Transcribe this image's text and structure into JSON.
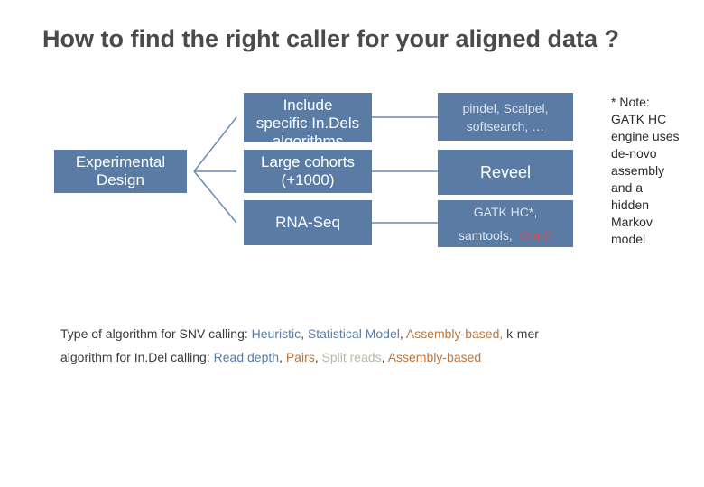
{
  "title": "How to find the right caller for your aligned data ?",
  "boxes": {
    "experimental": "Experimental Design",
    "include_line1": "Include",
    "include_line2": "specific In.Dels",
    "include_line3": "algorithms",
    "large_cohorts_line1": "Large cohorts",
    "large_cohorts_line2": "(+1000)",
    "rna_seq": "RNA-Seq",
    "pindel_line1": "pindel,  Scalpel,",
    "pindel_line2": "softsearch, …",
    "reveel": "Reveel",
    "gatk_line1": "GATK HC*,",
    "gatk_line2_a": "samtools,",
    "gatk_line2_b": "Cra.C"
  },
  "note": "* Note: GATK HC engine uses de-novo assembly and a hidden Markov model",
  "snv_legend": {
    "prefix": "Type of algorithm for SNV calling: ",
    "heuristic": "Heuristic",
    "sep1": ", ",
    "statistical": "Statistical Model",
    "sep2": ", ",
    "assembly": "Assembly-based,",
    "kmer": " k-mer"
  },
  "indel_legend": {
    "prefix": "algorithm for In.Del calling: ",
    "read_depth": "Read depth",
    "sep1": ", ",
    "pairs": "Pairs",
    "sep2": ", ",
    "split": "Split reads",
    "sep3": ", ",
    "assembly": "Assembly-based"
  },
  "colors": {
    "box": "#5a7ca4",
    "assembly": "#b8753c",
    "split": "#b8b8a8",
    "cra_c": "#e54545"
  }
}
